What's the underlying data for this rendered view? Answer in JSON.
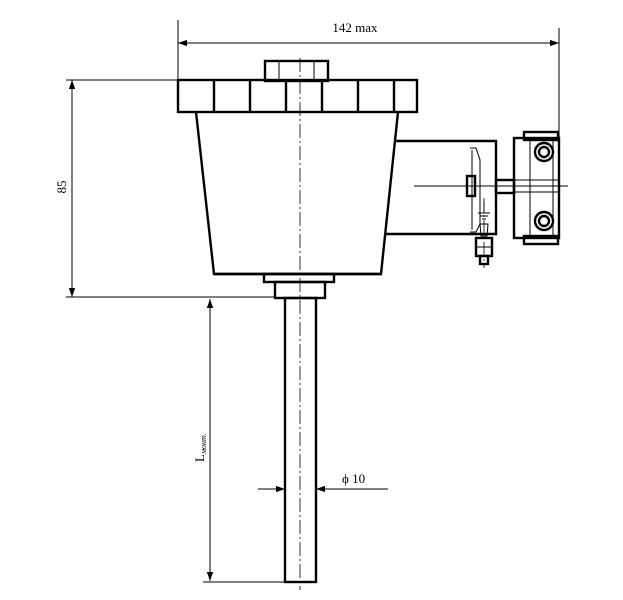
{
  "dimensions": {
    "width_label": "142 max",
    "height_label": "85",
    "diameter_label": "ϕ 10",
    "length_label_main": "L",
    "length_label_sub": "монт."
  }
}
